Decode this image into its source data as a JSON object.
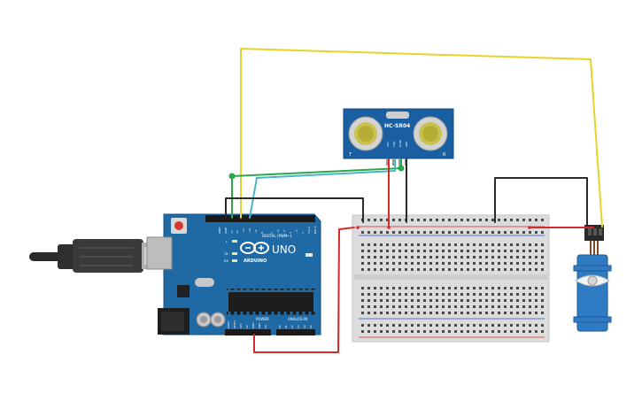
{
  "arduino": {
    "brand": "ARDUINO",
    "model": "UNO",
    "digital_label": "DIGITAL (PWM~)",
    "power_label": "POWER",
    "analog_label": "ANALOG IN",
    "aref": "AREF",
    "gnd": "GND",
    "led_l": "L",
    "led_tx": "TX",
    "led_rx": "RX",
    "ioref": "IOREF",
    "reset": "RESET",
    "v33": "3V3",
    "v5": "5V",
    "vin": "Vin",
    "digital_pins": [
      "13",
      "12",
      "~11",
      "~10",
      "~9",
      "8",
      "7",
      "~6",
      "~5",
      "4",
      "~3",
      "2",
      "TX→1",
      "RX←0"
    ],
    "analog_pins": [
      "A0",
      "A1",
      "A2",
      "A3",
      "A4",
      "A5"
    ]
  },
  "sensor": {
    "label": "HC-SR04",
    "left_mark": "T",
    "right_mark": "R",
    "pins": [
      "VCC",
      "TRIG",
      "ECHO",
      "GND"
    ]
  },
  "colors": {
    "wire_yellow": "#e8d22a",
    "wire_green": "#2aa84a",
    "wire_cyan": "#48b6c8",
    "wire_black": "#2a2a2a",
    "wire_red": "#d42a2a",
    "board_blue": "#1f6aa5",
    "breadboard": "#dcdcdc",
    "sensor_blue": "#1b5fa3",
    "servo_blue": "#2e7bc4"
  }
}
